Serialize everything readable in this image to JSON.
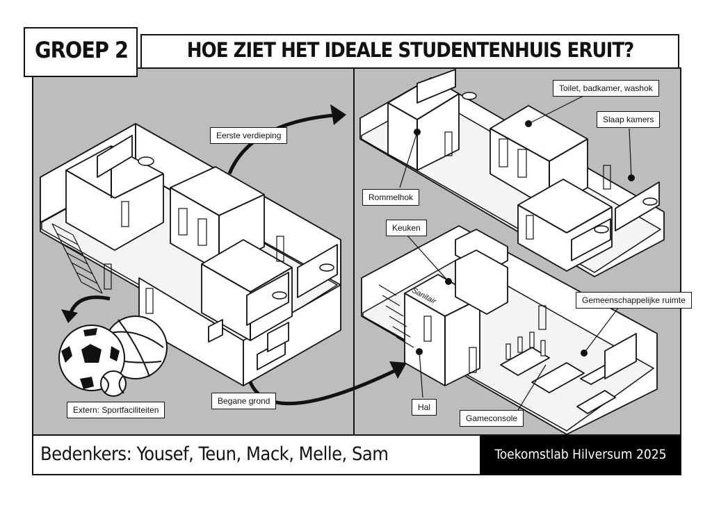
{
  "header": {
    "group": "GROEP 2",
    "title": "HOE ZIET HET IDEALE STUDENTENHUIS ERUIT?"
  },
  "labels": {
    "eerste_verdieping": "Eerste verdieping",
    "begane_grond": "Begane grond",
    "extern": "Extern: Sportfaciliteiten",
    "toilet": "Toilet, badkamer, washok",
    "slaapkamers": "Slaap kamers",
    "rommelhok": "Rommelhok",
    "keuken": "Keuken",
    "gemeenschappelijk": "Gemeenschappelijke ruimte",
    "hal": "Hal",
    "gameconsole": "Gameconsole",
    "sanitair": "Sanitair"
  },
  "footer": {
    "bedenkers": "Bedenkers: Yousef, Teun, Mack, Melle, Sam",
    "credit": "Toekomstlab Hilversum 2025"
  }
}
